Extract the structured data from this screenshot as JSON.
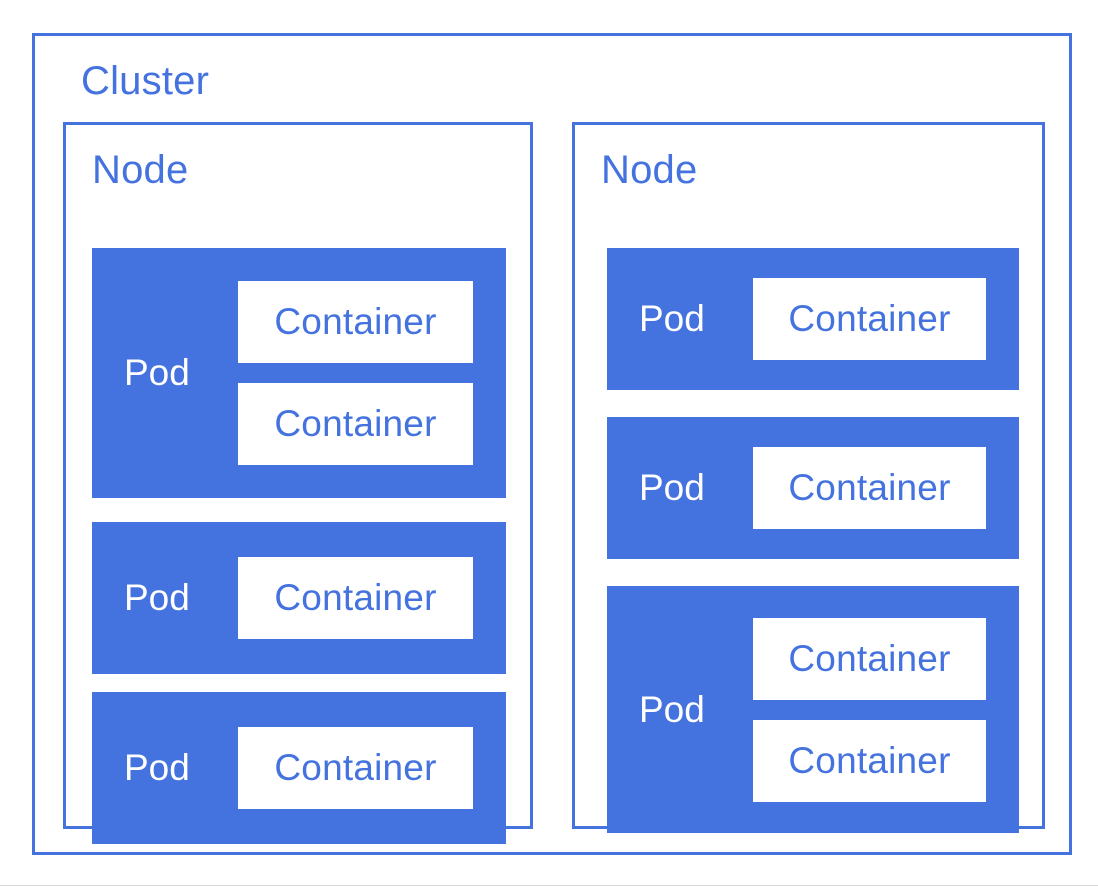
{
  "diagram": {
    "title": "Cluster",
    "colors": {
      "accent": "#4472DE",
      "pod_fill": "#4472DE",
      "container_fill": "#ffffff",
      "container_text": "#4472DE",
      "pod_text": "#ffffff",
      "background": "#ffffff"
    },
    "nodes": [
      {
        "label": "Node",
        "pods": [
          {
            "label": "Pod",
            "containers": [
              {
                "label": "Container"
              },
              {
                "label": "Container"
              }
            ]
          },
          {
            "label": "Pod",
            "containers": [
              {
                "label": "Container"
              }
            ]
          },
          {
            "label": "Pod",
            "containers": [
              {
                "label": "Container"
              }
            ]
          }
        ]
      },
      {
        "label": "Node",
        "pods": [
          {
            "label": "Pod",
            "containers": [
              {
                "label": "Container"
              }
            ]
          },
          {
            "label": "Pod",
            "containers": [
              {
                "label": "Container"
              }
            ]
          },
          {
            "label": "Pod",
            "containers": [
              {
                "label": "Container"
              },
              {
                "label": "Container"
              }
            ]
          }
        ]
      }
    ]
  }
}
